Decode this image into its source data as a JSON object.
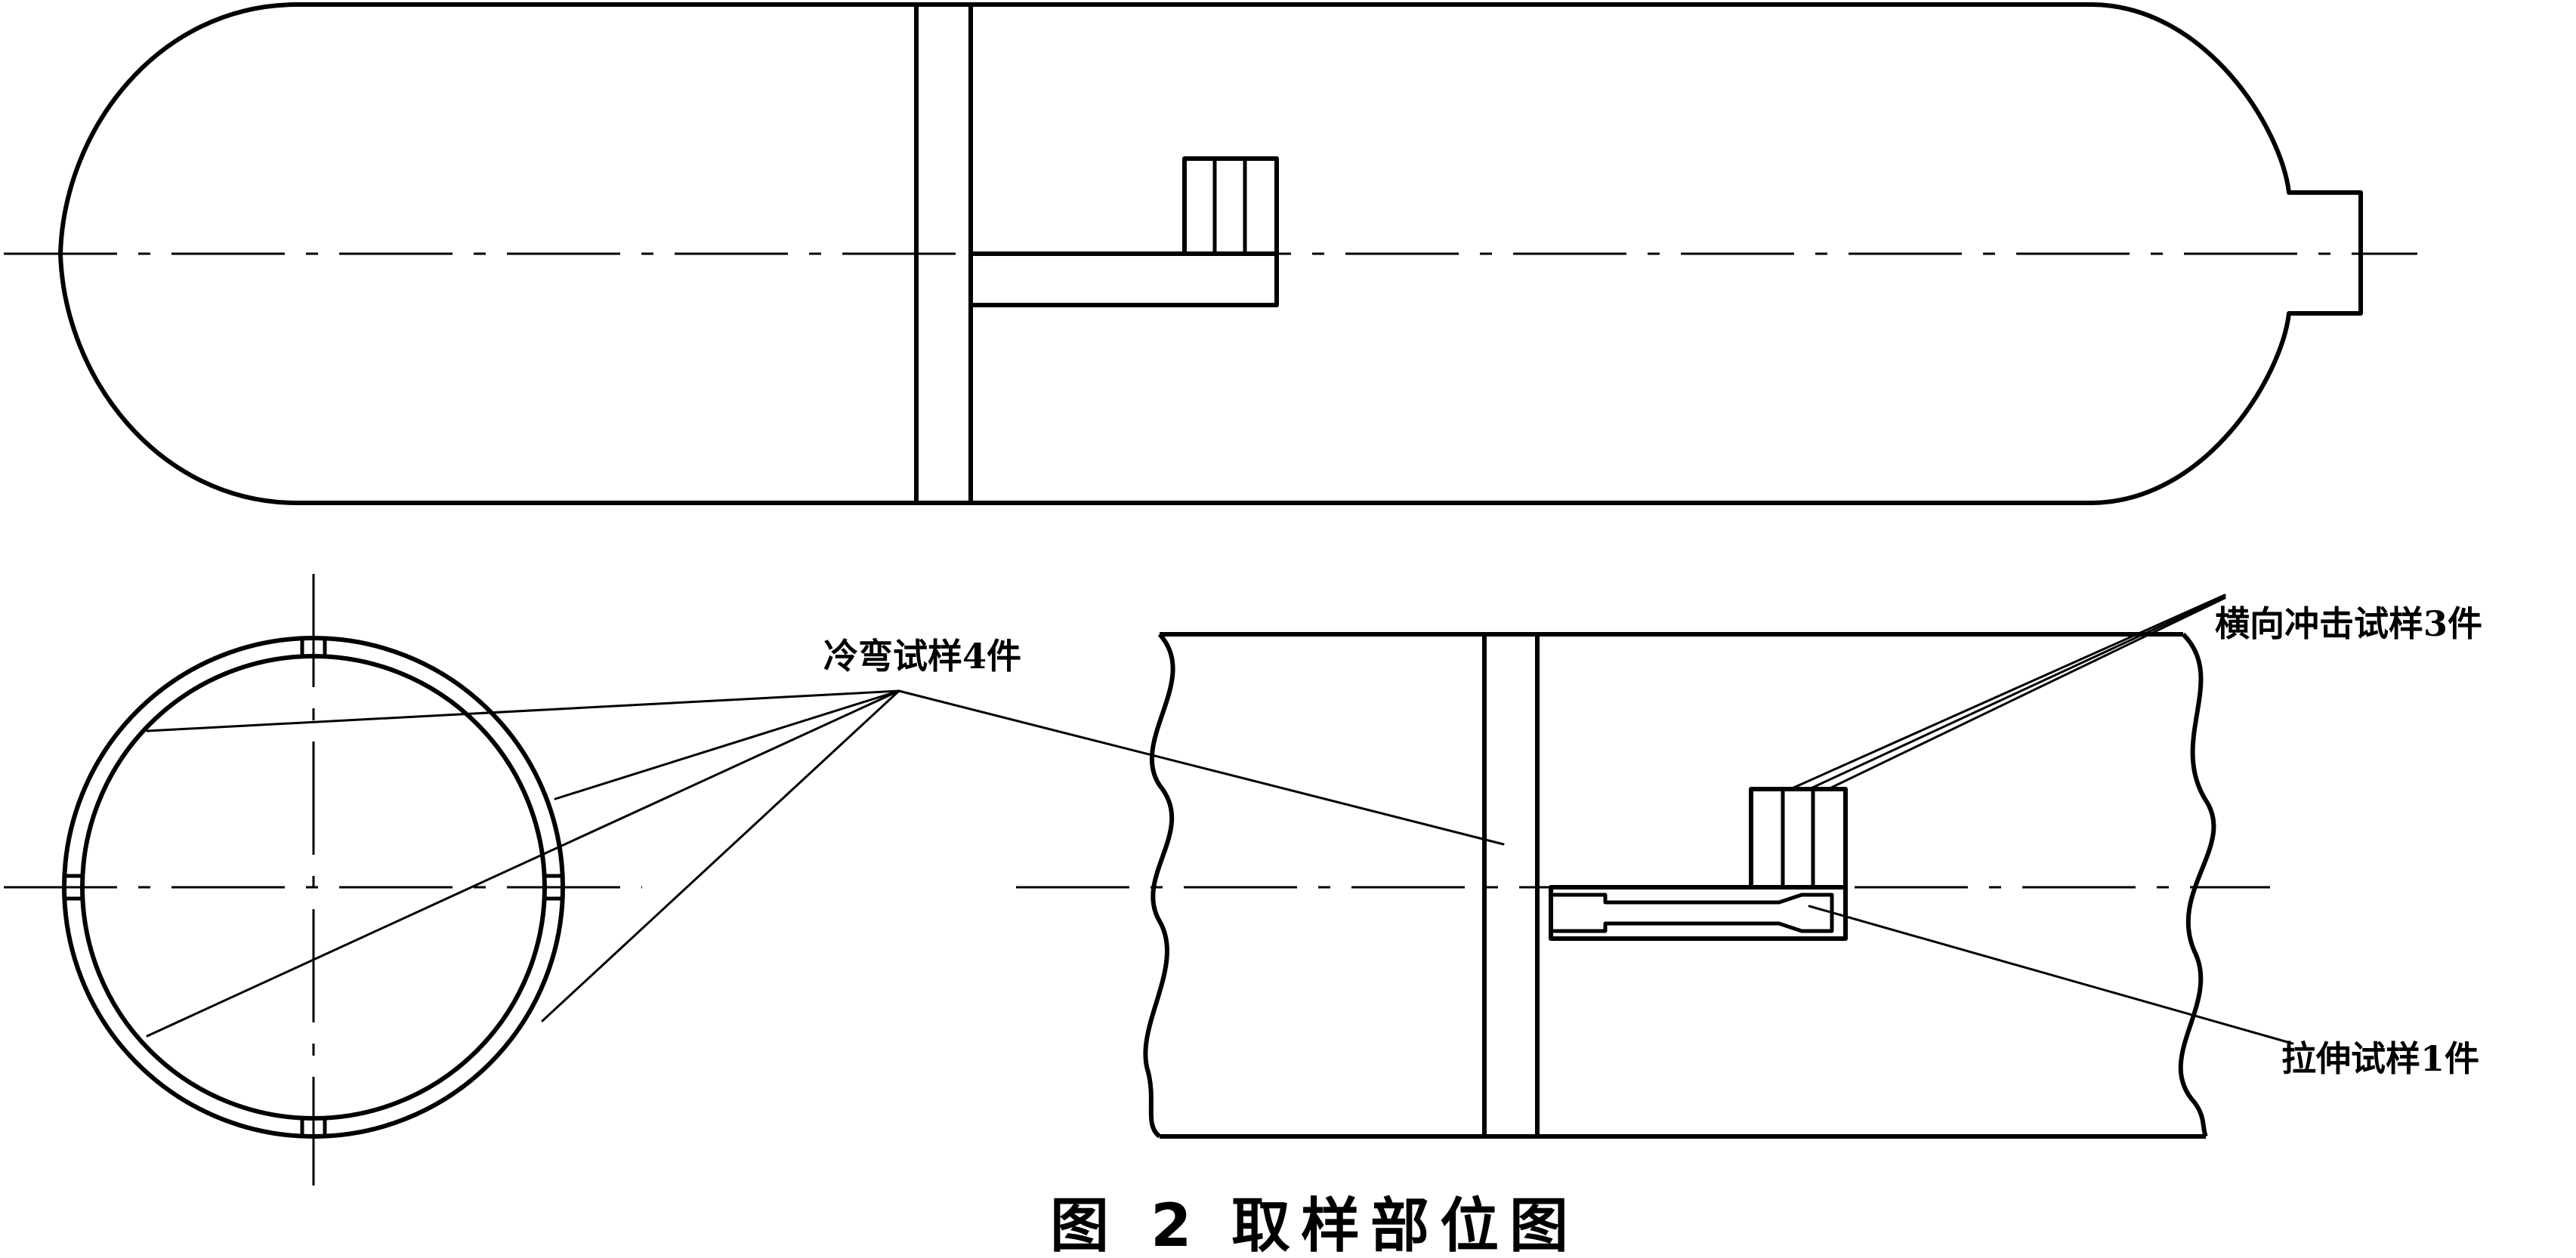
{
  "labels": {
    "cold_bend": "冷弯试样4件",
    "transverse_impact": "横向冲击试样3件",
    "tensile": "拉伸试样1件"
  },
  "caption": {
    "figure_number": "图 2",
    "title": "取样部位图"
  },
  "colors": {
    "ink": "#000000",
    "background": "#ffffff"
  }
}
